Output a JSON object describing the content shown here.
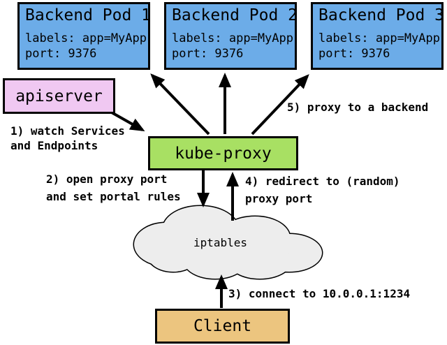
{
  "pods": [
    {
      "title": "Backend Pod 1",
      "labels": "labels: app=MyApp",
      "port": "port: 9376"
    },
    {
      "title": "Backend Pod 2",
      "labels": "labels: app=MyApp",
      "port": "port: 9376"
    },
    {
      "title": "Backend Pod 3",
      "labels": "labels: app=MyApp",
      "port": "port: 9376"
    }
  ],
  "nodes": {
    "apiserver": {
      "label": "apiserver"
    },
    "kube_proxy": {
      "label": "kube-proxy"
    },
    "iptables": {
      "label": "iptables"
    },
    "client": {
      "label": "Client"
    }
  },
  "annotations": {
    "step1_line1": "1) watch Services",
    "step1_line2": "and Endpoints",
    "step2_line1": "2) open proxy port",
    "step2_line2": "and set portal rules",
    "step3": "3) connect to 10.0.0.1:1234",
    "step4_line1": "4) redirect to (random)",
    "step4_line2": "proxy port",
    "step5": "5) proxy to a backend"
  },
  "colors": {
    "pod_fill": "#6CACE8",
    "apiserver_fill": "#F0C8F2",
    "kube_proxy_fill": "#A8E063",
    "client_fill": "#ECC57F",
    "cloud_fill": "#EDEDED",
    "line": "#000000",
    "background": "#FFFFFF"
  }
}
